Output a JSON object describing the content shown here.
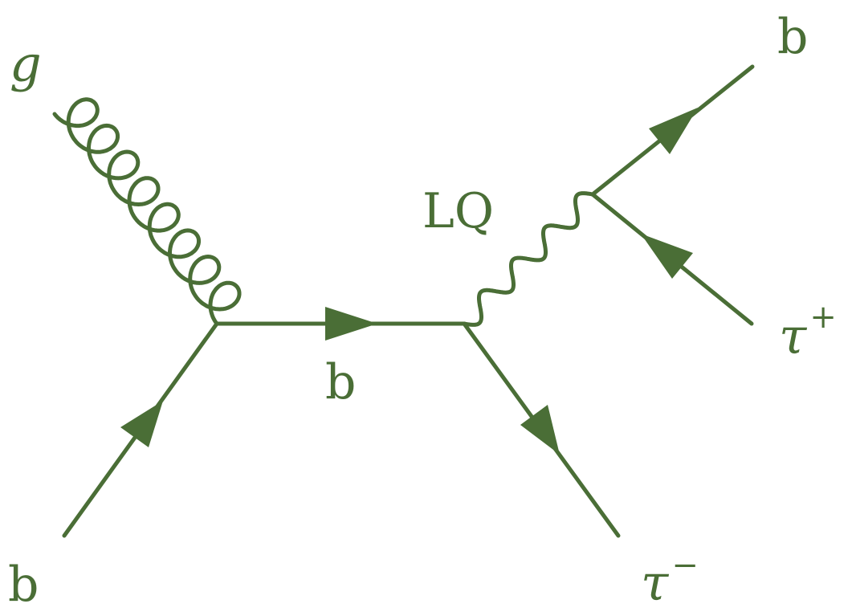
{
  "colors": {
    "stroke": "#4a6e36",
    "background": "#ffffff"
  },
  "labels": {
    "gluon": "g",
    "incoming_b": "b",
    "propagator_b": "b",
    "leptoquark": "LQ",
    "outgoing_b": "b",
    "tau_minus": "τ",
    "tau_minus_charge": "−",
    "tau_plus": "τ",
    "tau_plus_charge": "+"
  }
}
